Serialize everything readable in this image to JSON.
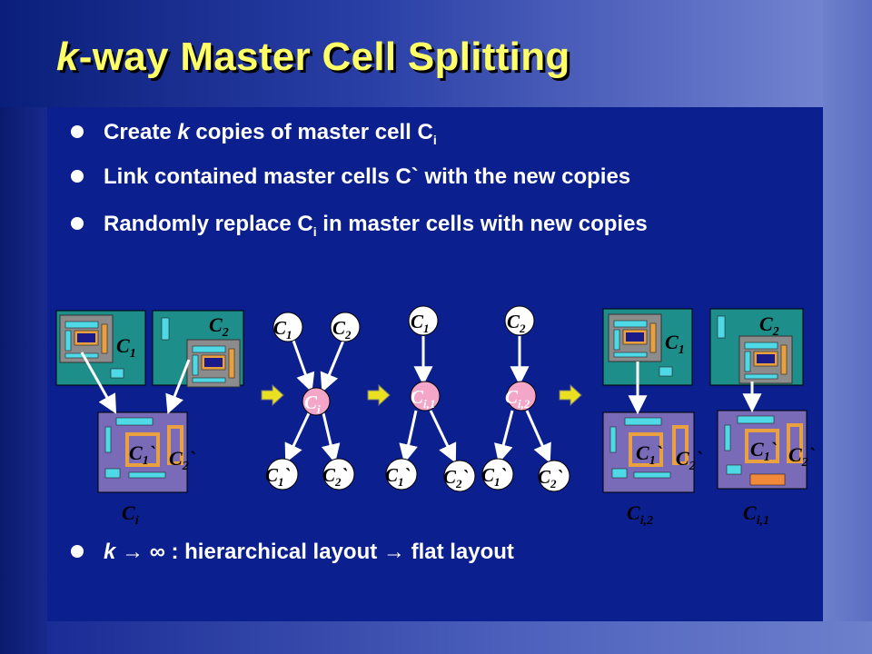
{
  "slide": {
    "title_k": "k",
    "title_rest": "-way Master Cell Splitting"
  },
  "bullets": [
    {
      "pre": "Create ",
      "italic": "k",
      "post": " copies of master cell C",
      "sub": "i",
      "tail": ""
    },
    {
      "pre": "Link contained master cells C` with the new copies",
      "italic": "",
      "post": "",
      "sub": "",
      "tail": ""
    },
    {
      "pre": "Randomly replace C",
      "italic": "",
      "post": "",
      "sub": "i",
      "tail": " in master cells with new copies"
    }
  ],
  "bottom_bullet": {
    "k": "k",
    "arrow1": "→",
    "infinity": "∞",
    "text1": " : hierarchical layout ",
    "arrow2": "→",
    "text2": " flat layout"
  },
  "diagram_labels": {
    "c1": "C1",
    "c2": "C2",
    "ci": "Ci",
    "ci1": "Ci,1",
    "ci2": "Ci,2",
    "c1p": "C1`",
    "c2p": "C2`"
  },
  "colors": {
    "background": "#0B1F8F",
    "title": "#FFFF66",
    "teal": "#1E8E8A",
    "purple": "#7A6BB8",
    "node_pink": "#F4A6C8",
    "arrow_yellow": "#E8E020"
  }
}
